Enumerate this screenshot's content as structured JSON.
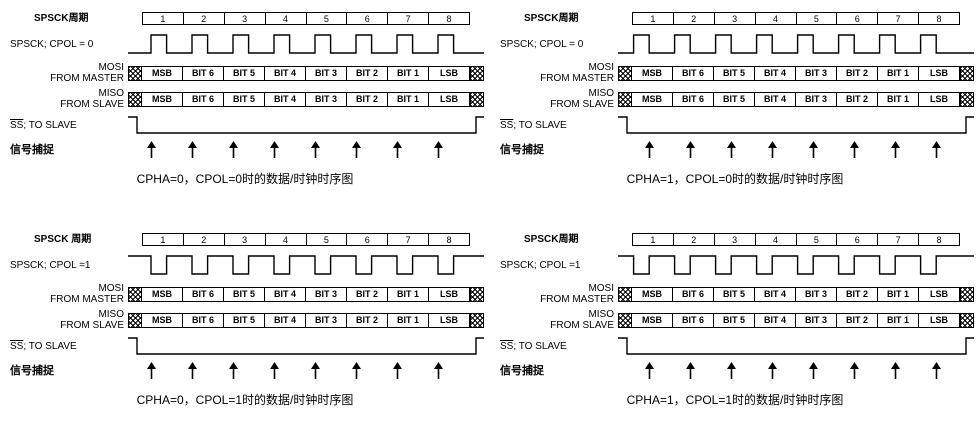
{
  "colors": {
    "line": "#000000",
    "background": "#ffffff"
  },
  "diagrams": [
    {
      "cycle_label": "SPSCK周期",
      "clock_label": "SPSCK; CPOL = 0",
      "mosi_line1": "MOSI",
      "mosi_line2": "FROM MASTER",
      "miso_line1": "MISO",
      "miso_line2": "FROM SLAVE",
      "ss_signal": "SS",
      "ss_rest": "; TO SLAVE",
      "capture_label": "信号捕捉",
      "caption": "CPHA=0，CPOL=0时的数据/时钟时序图",
      "cycles": [
        "1",
        "2",
        "3",
        "4",
        "5",
        "6",
        "7",
        "8"
      ],
      "bits": [
        "MSB",
        "BIT 6",
        "BIT 5",
        "BIT 4",
        "BIT 3",
        "BIT 2",
        "BIT 1",
        "LSB"
      ],
      "cpol": 0,
      "cpha": 0
    },
    {
      "cycle_label": "SPSCK周期",
      "clock_label": "SPSCK; CPOL = 0",
      "mosi_line1": "MOSI",
      "mosi_line2": "FROM MASTER",
      "miso_line1": "MISO",
      "miso_line2": "FROM SLAVE",
      "ss_signal": "SS",
      "ss_rest": "; TO SLAVE",
      "capture_label": "信号捕捉",
      "caption": "CPHA=1，CPOL=0时的数据/时钟时序图",
      "cycles": [
        "1",
        "2",
        "3",
        "4",
        "5",
        "6",
        "7",
        "8"
      ],
      "bits": [
        "MSB",
        "BIT 6",
        "BIT 5",
        "BIT 4",
        "BIT 3",
        "BIT 2",
        "BIT 1",
        "LSB"
      ],
      "cpol": 0,
      "cpha": 1
    },
    {
      "cycle_label": "SPSCK 周期",
      "clock_label": "SPSCK; CPOL =1",
      "mosi_line1": "MOSI",
      "mosi_line2": "FROM MASTER",
      "miso_line1": "MISO",
      "miso_line2": "FROM SLAVE",
      "ss_signal": "SS",
      "ss_rest": "; TO SLAVE",
      "capture_label": "信号捕捉",
      "caption": "CPHA=0，CPOL=1时的数据/时钟时序图",
      "cycles": [
        "1",
        "2",
        "3",
        "4",
        "5",
        "6",
        "7",
        "8"
      ],
      "bits": [
        "MSB",
        "BIT 6",
        "BIT 5",
        "BIT 4",
        "BIT 3",
        "BIT 2",
        "BIT 1",
        "LSB"
      ],
      "cpol": 1,
      "cpha": 0
    },
    {
      "cycle_label": "SPSCK周期",
      "clock_label": "SPSCK; CPOL =1",
      "mosi_line1": "MOSI",
      "mosi_line2": "FROM MASTER",
      "miso_line1": "MISO",
      "miso_line2": "FROM SLAVE",
      "ss_signal": "SS",
      "ss_rest": "; TO SLAVE",
      "capture_label": "信号捕捉",
      "caption": "CPHA=1，CPOL=1时的数据/时钟时序图",
      "cycles": [
        "1",
        "2",
        "3",
        "4",
        "5",
        "6",
        "7",
        "8"
      ],
      "bits": [
        "MSB",
        "BIT 6",
        "BIT 5",
        "BIT 4",
        "BIT 3",
        "BIT 2",
        "BIT 1",
        "LSB"
      ],
      "cpol": 1,
      "cpha": 1
    }
  ]
}
